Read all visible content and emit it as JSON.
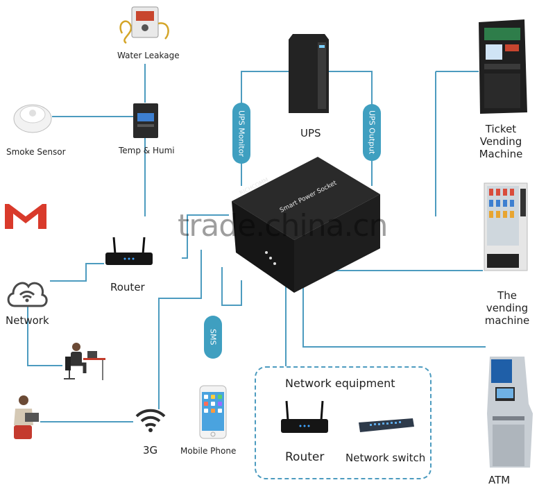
{
  "labels": {
    "water_leakage": "Water Leakage",
    "smoke_sensor": "Smoke Sensor",
    "temp_humi": "Temp & Humi",
    "router_top": "Router",
    "network": "Network",
    "three_g": "3G",
    "mobile_phone": "Mobile Phone",
    "ups": "UPS",
    "ticket_vending": "Ticket Vending\nMachine",
    "vending_machine": "The vending\nmachine",
    "atm": "ATM",
    "network_equipment": "Network equipment",
    "router_bottom": "Router",
    "network_switch": "Network switch",
    "device_brand": "RICHCOMM",
    "device_name": "Smart Power Socket"
  },
  "pills": {
    "ups_monitor": "UPS Monitor",
    "ups_output": "UPS Output",
    "sms": "SMS"
  },
  "watermark": "trade.china.cn",
  "colors": {
    "connector": "#4c9bbf",
    "pill": "#3f9fc0",
    "device_body": "#1e1e1e"
  }
}
